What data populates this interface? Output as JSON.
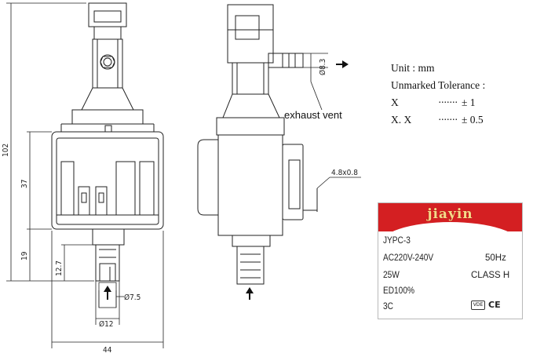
{
  "drawing": {
    "dims": {
      "total_height": "102",
      "body_height": "37",
      "lower_height": "19",
      "nozzle_length": "12.7",
      "width": "44",
      "nozzle_dia": "Ø7.5",
      "outlet_dia": "Ø12",
      "vent_dia": "Ø8.3",
      "terminal": "4.8x0.8"
    },
    "exhaust_vent_label": "exhaust vent",
    "arrow_right": "→",
    "arrow_up": "↑"
  },
  "notes": {
    "unit_line": "Unit : mm",
    "tolerance_title": "Unmarked Tolerance :",
    "rows": [
      {
        "symbol": "X",
        "dots": "·······",
        "value": "± 1"
      },
      {
        "symbol": "X. X",
        "dots": "·······",
        "value": "± 0.5"
      }
    ]
  },
  "nameplate": {
    "brand": "jiayin",
    "model": "JYPC-3",
    "voltage": "AC220V-240V",
    "frequency": "50Hz",
    "power": "25W",
    "class": "CLASS H",
    "duty": "ED100%",
    "code": "3C",
    "vde_mark": "VDE",
    "ce_mark": "CE"
  }
}
